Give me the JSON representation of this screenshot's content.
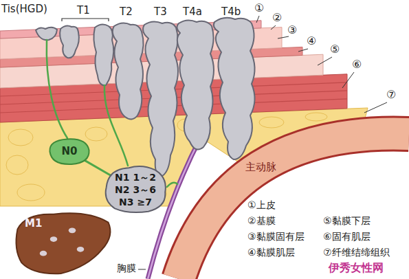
{
  "diagram": {
    "nodes": [
      {
        "text": [
          "N0"
        ]
      },
      {
        "text": [
          "N1 1～2",
          "N2 3～6",
          "N3 ≥7"
        ]
      },
      {
        "text": [
          "M1"
        ]
      }
    ],
    "edges": [
      {
        "from": 0,
        "to": 1,
        "arrow": "none"
      }
    ],
    "labels": [
      "Tis(HGD)",
      "T1",
      "T2",
      "T3",
      "T4a",
      "T4b",
      "①",
      "②",
      "③",
      "④",
      "⑤",
      "⑥",
      "⑦",
      "主动脉",
      "胸膜",
      "①上皮",
      "②基膜",
      "③黏膜固有层",
      "④黏膜肌层",
      "⑤黏膜下层",
      "⑥固有肌层",
      "⑦纤维结缔组织",
      "伊秀女性网"
    ]
  }
}
